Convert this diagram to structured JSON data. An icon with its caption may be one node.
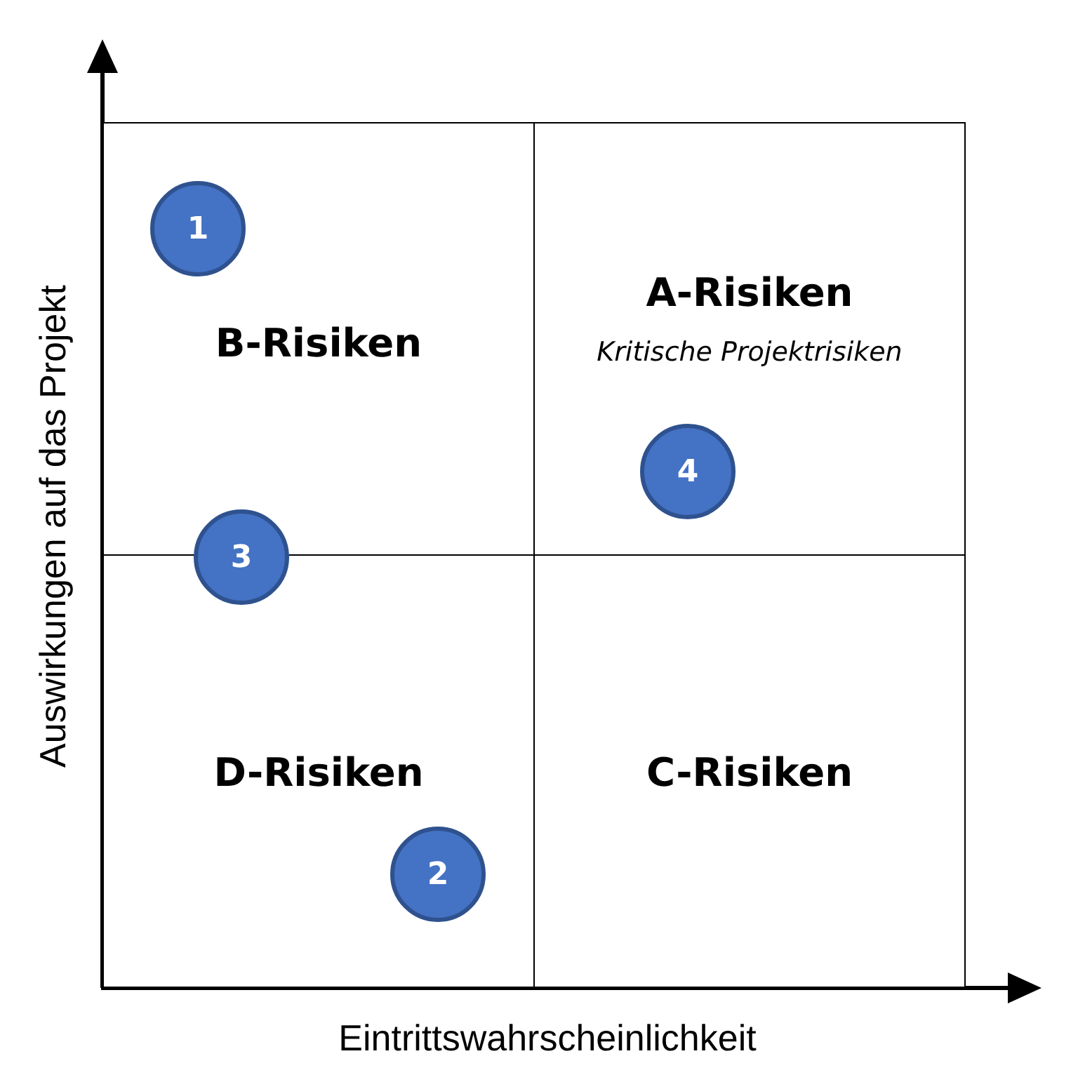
{
  "diagram": {
    "nodes": [
      {
        "text": [
          "B-Risiken"
        ]
      },
      {
        "text": [
          "1"
        ],
        "in": 0
      },
      {
        "text": [
          "A-Risiken",
          "Kritische Projektrisiken"
        ]
      },
      {
        "text": [
          "4"
        ],
        "in": 2
      },
      {
        "text": [
          "3"
        ]
      },
      {
        "text": [
          "D-Risiken"
        ]
      },
      {
        "text": [
          "2"
        ],
        "in": 5
      },
      {
        "text": [
          "C-Risiken"
        ]
      }
    ],
    "edges": [],
    "labels": [
      "Auswirkungen auf das Projekt",
      "Eintrittswahrscheinlichkeit"
    ]
  }
}
